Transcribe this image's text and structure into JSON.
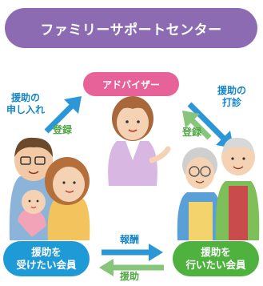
{
  "title": "ファミリーサポートセンター",
  "advisor": "アドバイザー",
  "receiver": {
    "line1": "援助を",
    "line2": "受けたい会員"
  },
  "provider": {
    "line1": "援助を",
    "line2": "行いたい会員"
  },
  "left_request": {
    "line1": "援助の",
    "line2": "申し入れ"
  },
  "left_register": "登録",
  "right_inquiry": {
    "line1": "援助の",
    "line2": "打診"
  },
  "right_register": "登録",
  "reward": "報酬",
  "assist": "援助",
  "colors": {
    "title_bg": "#8c6bb3",
    "advisor_bg": "#e8629a",
    "receiver_bg": "#1e9ad6",
    "provider_bg": "#4fb23f",
    "arrow_blue": "#2b97d6",
    "arrow_green": "#86c57a"
  }
}
